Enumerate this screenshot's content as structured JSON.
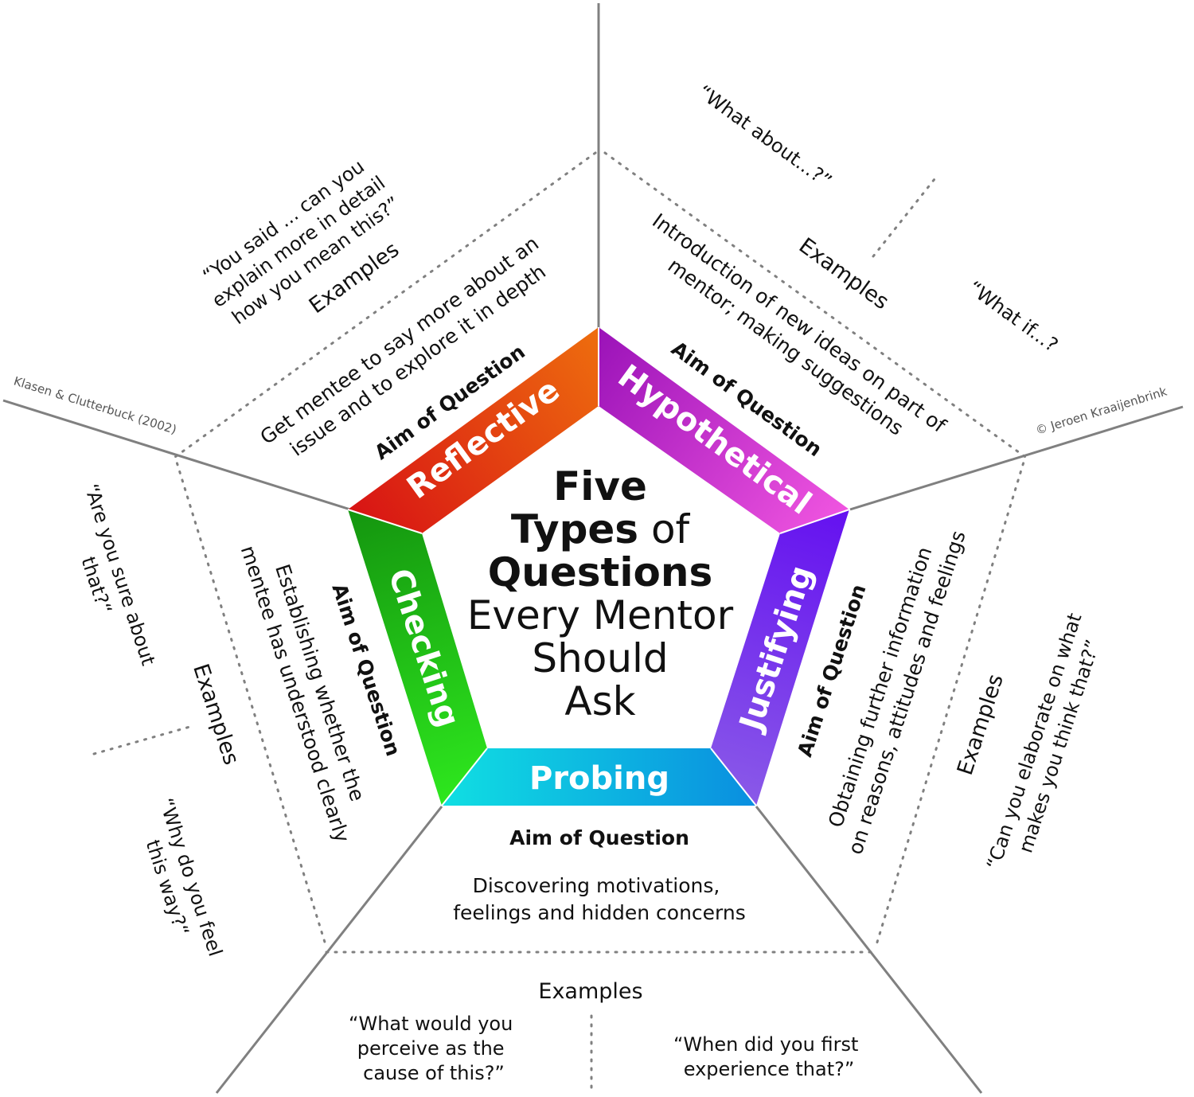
{
  "center": {
    "line1": "Five",
    "line2_bold": "Types",
    "line2_rest": " of",
    "line3": "Questions",
    "line4": "Every Mentor",
    "line5": "Should",
    "line6": "Ask"
  },
  "aim_title": "Aim of Question",
  "examples_label": "Examples",
  "types": {
    "reflective": {
      "label": "Reflective",
      "colors": [
        "#d81414",
        "#ee6e0e"
      ],
      "examples_color": "#e07a1a",
      "aim": [
        "Get mentee to say more about an",
        "issue and to explore it in depth"
      ],
      "example1": [
        "“You said ... can you",
        "explain more in detail",
        "how you mean this?”"
      ]
    },
    "hypothetical": {
      "label": "Hypothetical",
      "colors": [
        "#9a12b8",
        "#f055e0"
      ],
      "examples_color": "#e36ad8",
      "aim": [
        "Introduction of new ideas on part of",
        "mentor; making suggestions"
      ],
      "example1": [
        "“What about...?”"
      ],
      "example2": [
        "“What if...?"
      ]
    },
    "justifying": {
      "label": "Justifying",
      "colors": [
        "#6410f0",
        "#8a5ae8"
      ],
      "examples_color": "#7a2ad8",
      "aim": [
        "Obtaining further information",
        "on reasons, attitudes and feelings"
      ],
      "example1": [
        "“Can you elaborate on what",
        "makes you think that?”"
      ]
    },
    "probing": {
      "label": "Probing",
      "colors": [
        "#10dfe2",
        "#0a8ee0"
      ],
      "examples_color": "#1aa0dd",
      "aim": [
        "Discovering motivations,",
        "feelings and hidden concerns"
      ],
      "example1": [
        "“What would you",
        "perceive as the",
        "cause of this?”"
      ],
      "example2": [
        "“When did you first",
        "experience that?”"
      ]
    },
    "checking": {
      "label": "Checking",
      "colors": [
        "#14950f",
        "#2ee81e"
      ],
      "examples_color": "#2ccf2a",
      "aim": [
        "Establishing whether the",
        "mentee has understood clearly"
      ],
      "example1": [
        "“Are you sure about",
        "that?“"
      ],
      "example2": [
        "“Why do you feel",
        "this way?“"
      ]
    }
  },
  "credits": {
    "left": "Klasen & Clutterbuck (2002)",
    "right": "© Jeroen Kraaijenbrink"
  }
}
